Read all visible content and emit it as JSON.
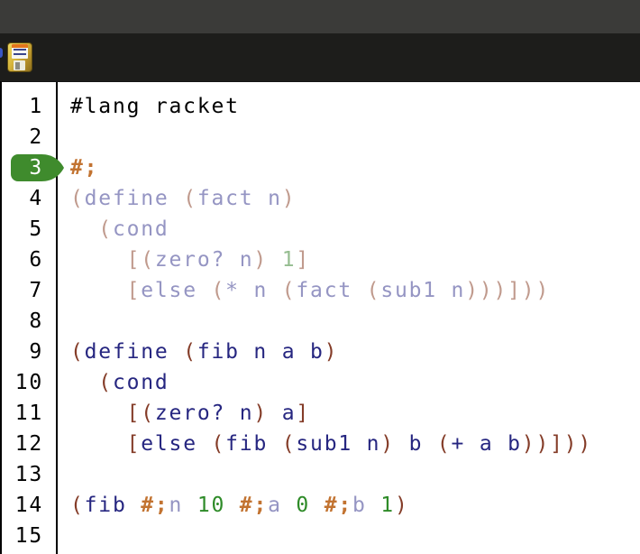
{
  "window": {
    "topbar": {},
    "toolbar": {
      "save_icon": "floppy-disk",
      "partial_icon": "blue-sliver"
    }
  },
  "colors": {
    "topbar": "#3b3b39",
    "toolbar": "#1d1d1b",
    "highlight_badge": "#3f8b2d",
    "paren": "#843c28",
    "identifier": "#262680",
    "number": "#2e8b28",
    "comment": "#c27331",
    "faded_paren": "#c09a8d",
    "faded_identifier": "#9595c3",
    "faded_number": "#95bd90",
    "plain": "#000000"
  },
  "editor": {
    "language": "racket",
    "highlighted_line": 3,
    "lines": [
      {
        "num": "1",
        "tokens": [
          [
            "k",
            "#lang racket"
          ]
        ]
      },
      {
        "num": "2",
        "tokens": []
      },
      {
        "num": "3",
        "highlight": true,
        "tokens": [
          [
            "c",
            "#;"
          ]
        ]
      },
      {
        "num": "4",
        "tokens": [
          [
            "fp",
            "("
          ],
          [
            "fi",
            "define "
          ],
          [
            "fp",
            "("
          ],
          [
            "fi",
            "fact n"
          ],
          [
            "fp",
            ")"
          ]
        ]
      },
      {
        "num": "5",
        "tokens": [
          [
            "fp",
            "  ("
          ],
          [
            "fi",
            "cond"
          ]
        ]
      },
      {
        "num": "6",
        "tokens": [
          [
            "fp",
            "    [("
          ],
          [
            "fi",
            "zero? n"
          ],
          [
            "fp",
            ") "
          ],
          [
            "fn",
            "1"
          ],
          [
            "fp",
            "]"
          ]
        ]
      },
      {
        "num": "7",
        "tokens": [
          [
            "fp",
            "    ["
          ],
          [
            "fi",
            "else "
          ],
          [
            "fp",
            "("
          ],
          [
            "fi",
            "* n "
          ],
          [
            "fp",
            "("
          ],
          [
            "fi",
            "fact "
          ],
          [
            "fp",
            "("
          ],
          [
            "fi",
            "sub1 n"
          ],
          [
            "fp",
            ")))]))"
          ]
        ]
      },
      {
        "num": "8",
        "tokens": []
      },
      {
        "num": "9",
        "tokens": [
          [
            "p",
            "("
          ],
          [
            "i",
            "define "
          ],
          [
            "p",
            "("
          ],
          [
            "i",
            "fib n a b"
          ],
          [
            "p",
            ")"
          ]
        ]
      },
      {
        "num": "10",
        "tokens": [
          [
            "p",
            "  ("
          ],
          [
            "i",
            "cond"
          ]
        ]
      },
      {
        "num": "11",
        "tokens": [
          [
            "p",
            "    [("
          ],
          [
            "i",
            "zero? n"
          ],
          [
            "p",
            ") "
          ],
          [
            "i",
            "a"
          ],
          [
            "p",
            "]"
          ]
        ]
      },
      {
        "num": "12",
        "tokens": [
          [
            "p",
            "    ["
          ],
          [
            "i",
            "else "
          ],
          [
            "p",
            "("
          ],
          [
            "i",
            "fib "
          ],
          [
            "p",
            "("
          ],
          [
            "i",
            "sub1 n"
          ],
          [
            "p",
            ") "
          ],
          [
            "i",
            "b "
          ],
          [
            "p",
            "("
          ],
          [
            "i",
            "+ a b"
          ],
          [
            "p",
            "))]))"
          ]
        ]
      },
      {
        "num": "13",
        "tokens": []
      },
      {
        "num": "14",
        "tokens": [
          [
            "p",
            "("
          ],
          [
            "i",
            "fib "
          ],
          [
            "c",
            "#;"
          ],
          [
            "fi",
            "n "
          ],
          [
            "n",
            "10 "
          ],
          [
            "c",
            "#;"
          ],
          [
            "fi",
            "a "
          ],
          [
            "n",
            "0 "
          ],
          [
            "c",
            "#;"
          ],
          [
            "fi",
            "b "
          ],
          [
            "n",
            "1"
          ],
          [
            "p",
            ")"
          ]
        ]
      },
      {
        "num": "15",
        "tokens": []
      }
    ]
  }
}
